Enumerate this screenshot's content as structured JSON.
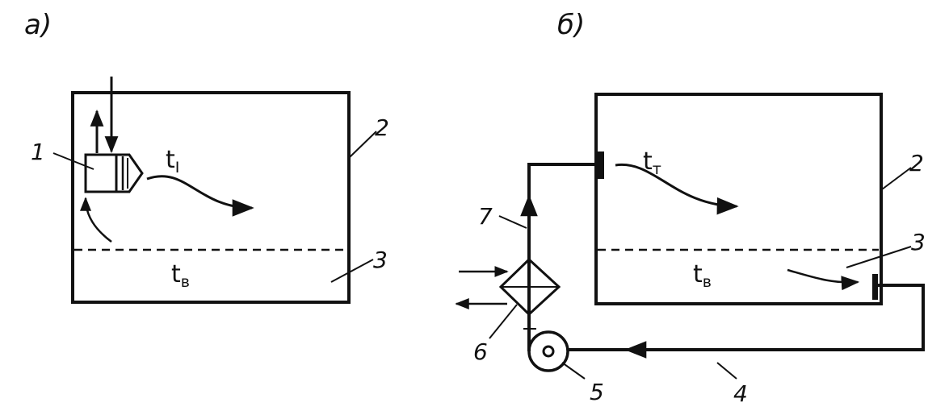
{
  "panels": {
    "a": {
      "caption": "a)"
    },
    "b": {
      "caption": "б)"
    }
  },
  "temps": {
    "upper": "t",
    "upper_sub_a": "I",
    "upper_sub_b": "т",
    "lower": "t",
    "lower_sub": "в"
  },
  "labels": {
    "n1": "1",
    "n2": "2",
    "n3": "3",
    "n4": "4",
    "n5": "5",
    "n6": "6",
    "n7": "7"
  },
  "colors": {
    "ink": "#111111",
    "background": "#ffffff"
  }
}
